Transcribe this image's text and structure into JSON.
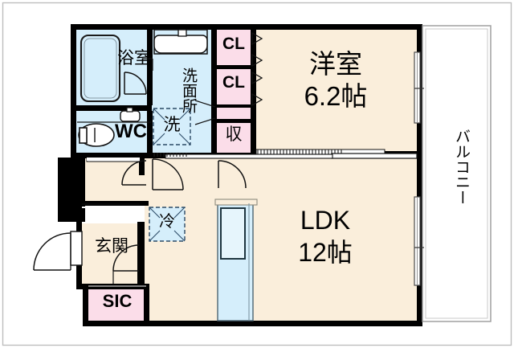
{
  "plan": {
    "type": "floor-plan",
    "language": "ja",
    "colors": {
      "room_fill": "#faeedb",
      "wet_fill": "#d5eefb",
      "closet_fill": "#fbdde9",
      "wall": "#000000",
      "background": "#ffffff",
      "outline": "#b5b5b5"
    },
    "rooms": [
      {
        "key": "bathroom",
        "label": "浴室",
        "fill": "wet_fill"
      },
      {
        "key": "wc",
        "label": "WC",
        "fill": "wet_fill"
      },
      {
        "key": "washroom",
        "label": "洗面所",
        "fill": "wet_fill"
      },
      {
        "key": "washer",
        "label": "洗",
        "fill": "wet_fill"
      },
      {
        "key": "closet1",
        "label": "CL",
        "fill": "closet_fill"
      },
      {
        "key": "closet2",
        "label": "CL",
        "fill": "closet_fill"
      },
      {
        "key": "storage",
        "label": "収",
        "fill": "closet_fill"
      },
      {
        "key": "western",
        "label": "洋室",
        "area": "6.2帖",
        "fill": "room_fill"
      },
      {
        "key": "ldk",
        "label": "LDK",
        "area": "12帖",
        "fill": "room_fill"
      },
      {
        "key": "entrance",
        "label": "玄関",
        "fill": "room_fill"
      },
      {
        "key": "sic",
        "label": "SIC",
        "fill": "closet_fill"
      },
      {
        "key": "fridge",
        "label": "冷",
        "fill": "wet_fill"
      },
      {
        "key": "balcony",
        "label": "バルコニー",
        "fill": "background"
      }
    ],
    "fixtures": [
      {
        "key": "bathtub",
        "name": "bathtub"
      },
      {
        "key": "toilet",
        "name": "toilet"
      },
      {
        "key": "wc-sink",
        "name": "small-sink"
      },
      {
        "key": "vanity-sink",
        "name": "vanity-sink"
      },
      {
        "key": "kitchen-unit",
        "name": "kitchen-counter"
      },
      {
        "key": "washer-slot",
        "name": "washing-machine-slot"
      },
      {
        "key": "fridge-slot",
        "name": "refrigerator-slot"
      }
    ]
  }
}
